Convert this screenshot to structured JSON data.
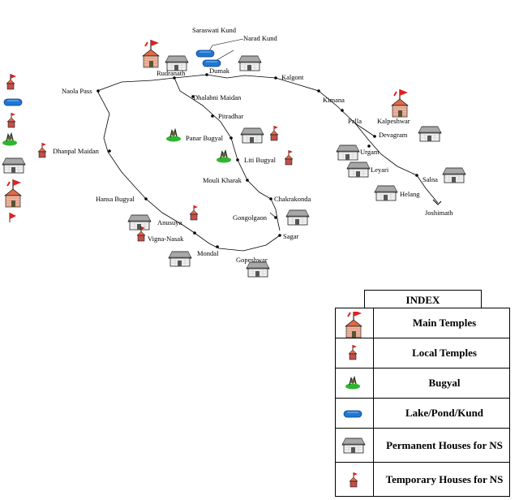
{
  "places": {
    "saraswati_kund": "Saraswati Kund",
    "narad_kund": "Narad Kund",
    "rudranath": "Rudranath",
    "dumak": "Dumak",
    "kalgont": "Kalgont",
    "naola_pass": "Naola Pass",
    "dhalabni_maidan": "Dhalabni Maidan",
    "kimana": "Kimana",
    "pitradhar": "Pitradhar",
    "kalpeshwar": "Kalpeshwar",
    "palla": "Palla",
    "devagram": "Devagram",
    "panar_bugyal": "Panar Bugyal",
    "urgam": "Urgam",
    "dhanpal_maidan": "Dhanpal Maidan",
    "liti_bugyal": "Liti Bugyal",
    "leyari": "Leyari",
    "mouli_kharak": "Mouli Kharak",
    "salna": "Salna",
    "chakrakonda": "Chakrakonda",
    "helang": "Helang",
    "hansa_bugyal": "Hansa Bugyal",
    "joshimath": "Joshimath",
    "gongolgaon": "Gongolgaon",
    "anusuya": "Anusuya",
    "sagar": "Sagar",
    "vigna_nasak": "Vigna-Nasak",
    "mondal": "Mondal",
    "gopeshwar": "Gopeshwar"
  },
  "legend": {
    "title": "INDEX",
    "items": [
      {
        "icon": "main-temple-icon",
        "label": "Main Temples"
      },
      {
        "icon": "local-temple-icon",
        "label": "Local Temples"
      },
      {
        "icon": "bugyal-icon",
        "label": "Bugyal"
      },
      {
        "icon": "lake-icon",
        "label": "Lake/Pond/Kund"
      },
      {
        "icon": "permanent-house-icon",
        "label": "Permanent Houses for NS"
      },
      {
        "icon": "temporary-house-icon",
        "label": "Temporary Houses for NS"
      }
    ]
  },
  "colors": {
    "route": "#000000",
    "flag": "#e02020",
    "temple_roof": "#e06848",
    "house_roof": "#808080",
    "lake": "#1e78d2",
    "bugyal_grass": "#2fb52f"
  }
}
